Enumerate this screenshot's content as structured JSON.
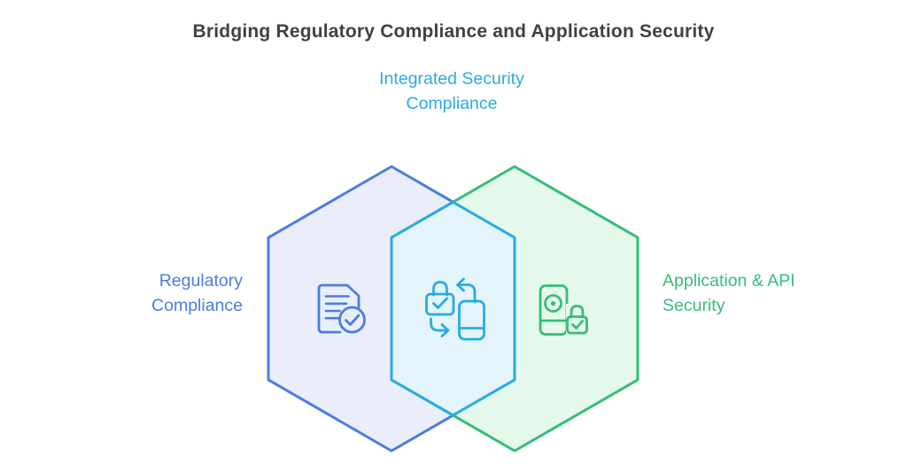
{
  "title": {
    "text": "Bridging Regulatory Compliance and Application Security",
    "color": "#414042"
  },
  "diagram": {
    "type": "venn-hexagons",
    "intersection_label": "Integrated Security\nCompliance",
    "left": {
      "label": "Regulatory\nCompliance",
      "icon": "document-check-icon",
      "stroke": "#4a7de0",
      "fill": "#eaeefb"
    },
    "right": {
      "label": "Application & API\nSecurity",
      "icon": "device-lock-icon",
      "stroke": "#35bd78",
      "fill": "#e4f8ec"
    },
    "overlap": {
      "label": "Integrated Security\nCompliance",
      "icon": "lock-sync-icon",
      "stroke": "#29abe2",
      "fill": "#e3f4fb"
    }
  }
}
